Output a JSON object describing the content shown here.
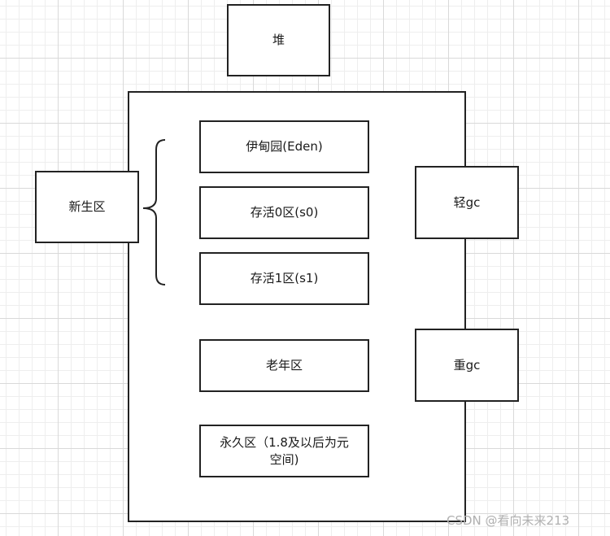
{
  "heap_label": "堆",
  "young_gen_label": "新生区",
  "eden_label": "伊甸园(Eden)",
  "survivor0_label": "存活0区(s0)",
  "survivor1_label": "存活1区(s1)",
  "old_gen_label": "老年区",
  "perm_gen_label": "永久区（1.8及以后为元\n空间)",
  "minor_gc_label": "轻gc",
  "major_gc_label": "重gc",
  "watermark": "CSDN @看向未来213"
}
